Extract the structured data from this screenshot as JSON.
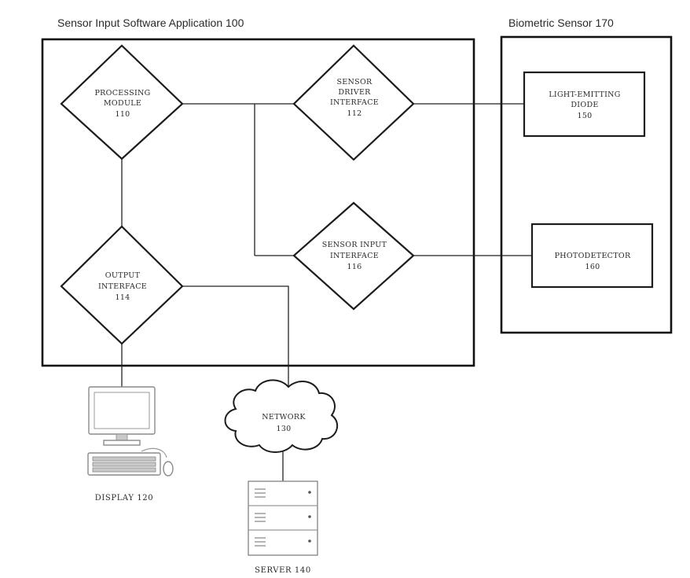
{
  "titles": {
    "app": "Sensor Input Software Application 100",
    "sensor": "Biometric Sensor 170"
  },
  "nodes": {
    "processing": {
      "line1": "PROCESSING",
      "line2": "MODULE",
      "ref": "110"
    },
    "driver": {
      "line1": "SENSOR",
      "line2": "DRIVER",
      "line3": "INTERFACE",
      "ref": "112"
    },
    "output": {
      "line1": "OUTPUT",
      "line2": "INTERFACE",
      "ref": "114"
    },
    "input": {
      "line1": "SENSOR INPUT",
      "line2": "INTERFACE",
      "ref": "116"
    },
    "led": {
      "line1": "LIGHT-EMITTING",
      "line2": "DIODE",
      "ref": "150"
    },
    "photo": {
      "line1": "PHOTODETECTOR",
      "ref": "160"
    },
    "network": {
      "line1": "NETWORK",
      "ref": "130"
    },
    "display": {
      "caption": "DISPLAY 120"
    },
    "server": {
      "caption": "SERVER 140"
    }
  }
}
